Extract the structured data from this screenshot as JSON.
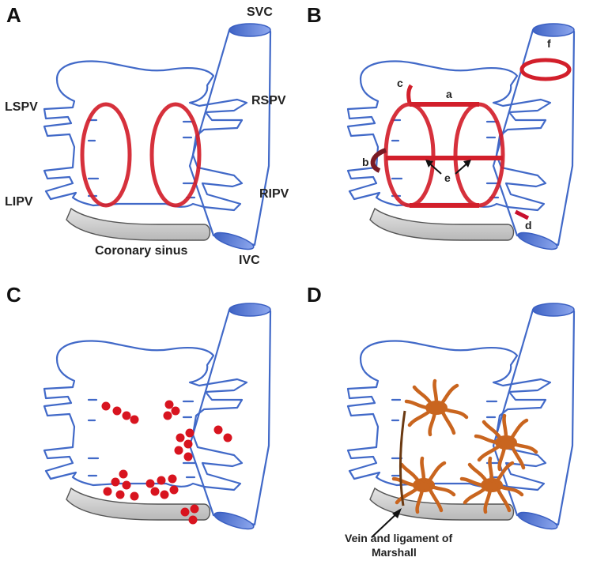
{
  "panels": [
    {
      "letter": "A"
    },
    {
      "letter": "B"
    },
    {
      "letter": "C"
    },
    {
      "letter": "D"
    }
  ],
  "panel_a": {
    "svc": "SVC",
    "lspv": "LSPV",
    "rspv": "RSPV",
    "lipv": "LIPV",
    "ripv": "RIPV",
    "ivc": "IVC",
    "coronary_sinus": "Coronary sinus"
  },
  "panel_b": {
    "a": "a",
    "b": "b",
    "c": "c",
    "d": "d",
    "e": "e",
    "f": "f"
  },
  "panel_d": {
    "marshall_line1": "Vein and ligament of",
    "marshall_line2": "Marshall"
  },
  "colors": {
    "outline": "#4169c8",
    "ablation": "#d21f2b",
    "sinus": "#c9c9c9",
    "ganglia": "#c9651f"
  }
}
